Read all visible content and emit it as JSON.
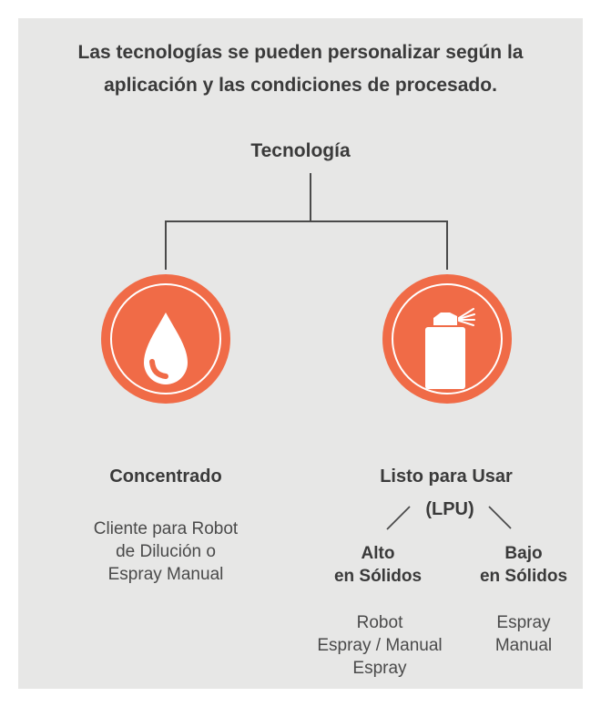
{
  "heading_line1": "Las tecnologías se pueden personalizar según la",
  "heading_line2": "aplicación y las condiciones de procesado.",
  "root_label": "Tecnología",
  "left_branch": {
    "icon": "water-drop-icon",
    "title": "Concentrado",
    "description_lines": [
      "Cliente para Robot",
      "de Dilución o",
      "Espray Manual"
    ]
  },
  "right_branch": {
    "icon": "spray-can-icon",
    "title": "Listo para Usar",
    "abbreviation": "(LPU)",
    "sub_left": {
      "title_lines": [
        "Alto",
        "en Sólidos"
      ],
      "description_lines": [
        "Robot",
        "Espray / Manual",
        "Espray"
      ]
    },
    "sub_right": {
      "title_lines": [
        "Bajo",
        "en Sólidos"
      ],
      "description_lines": [
        "Espray",
        "Manual"
      ]
    }
  },
  "colors": {
    "accent": "#f06b47",
    "panel_background": "#e7e7e6",
    "line": "#4a4a4a",
    "text": "#3a3a3a"
  }
}
